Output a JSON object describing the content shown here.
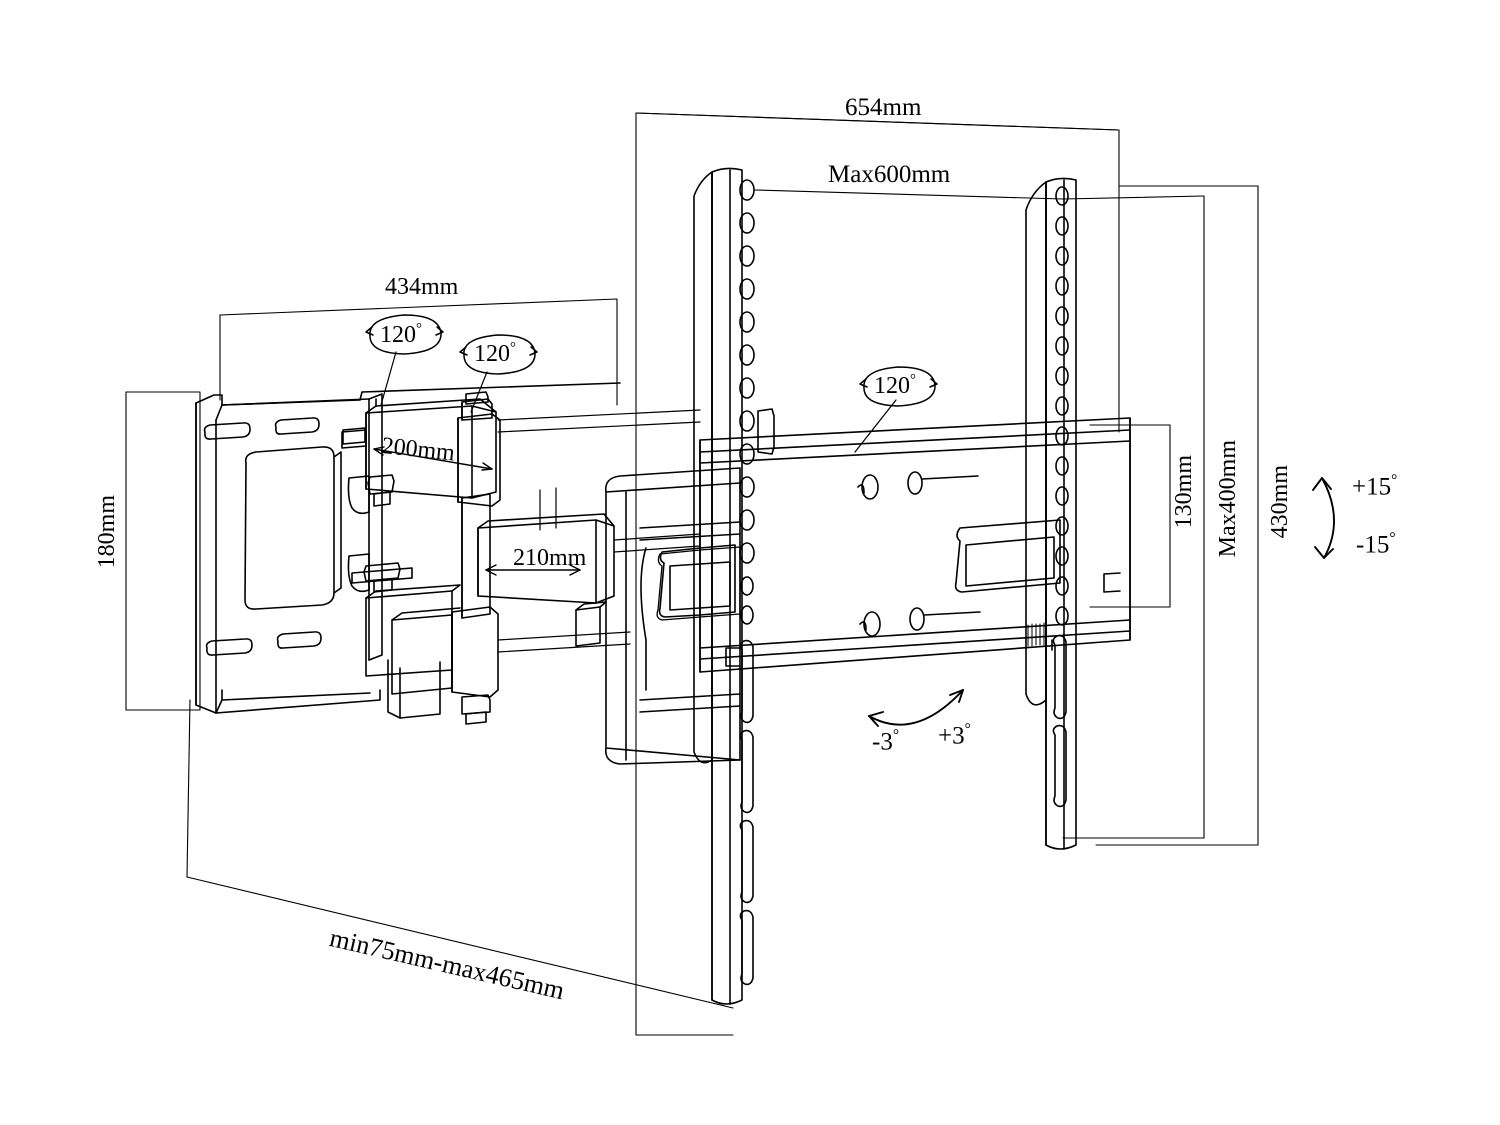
{
  "diagram": {
    "title": "TV wall mount bracket technical drawing",
    "type": "full-motion articulating TV wall mount",
    "units": "mm"
  },
  "dimensions": {
    "overall_width": "654mm",
    "vesa_max_width": "Max600mm",
    "plate_width": "434mm",
    "plate_height": "180mm",
    "arm_segment_upper": "200mm",
    "arm_segment_lower": "210mm",
    "rail_offset": "130mm",
    "vesa_max_height": "Max400mm",
    "overall_height": "430mm",
    "depth_range": "min75mm-max465mm"
  },
  "angles": {
    "swivel_arm_outer": "120",
    "swivel_arm_inner": "120",
    "swivel_rail": "120",
    "tilt_up": "+15",
    "tilt_down": "-15",
    "roll_left": "-3",
    "roll_right": "+3",
    "degree_symbol": "°"
  },
  "labels": {
    "width_654": "654mm",
    "vesa_600": "Max600mm",
    "plate_434": "434mm",
    "height_180": "180mm",
    "arm_200": "200mm",
    "arm_210": "210mm",
    "offset_130": "130mm",
    "vesa_400": "Max400mm",
    "height_430": "430mm",
    "depth": "min75mm-max465mm",
    "angle_a": "120",
    "angle_b": "120",
    "angle_c": "120",
    "tilt_plus": "+15",
    "tilt_minus": "-15",
    "roll_minus": "-3",
    "roll_plus": "+3"
  },
  "colors": {
    "line": "#000000",
    "background": "#ffffff",
    "thin": "#1a1a1a"
  }
}
